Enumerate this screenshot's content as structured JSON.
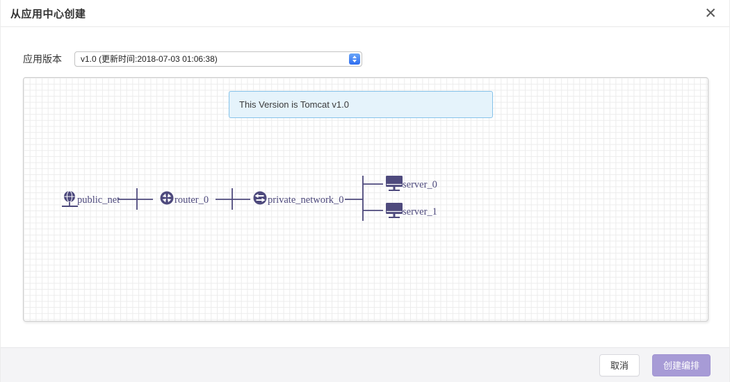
{
  "dialog": {
    "title": "从应用中心创建",
    "close_glyph": "✕"
  },
  "form": {
    "version_label": "应用版本",
    "version_value": "v1.0 (更新时间:2018-07-03 01:06:38)"
  },
  "canvas": {
    "note_text": "This Version is Tomcat v1.0"
  },
  "topology": {
    "nodes": [
      {
        "id": "public_net",
        "label": "public_net",
        "type": "external-network"
      },
      {
        "id": "router_0",
        "label": "router_0",
        "type": "router"
      },
      {
        "id": "private_network_0",
        "label": "private_network_0",
        "type": "private-network"
      },
      {
        "id": "server_0",
        "label": "server_0",
        "type": "server"
      },
      {
        "id": "server_1",
        "label": "server_1",
        "type": "server"
      }
    ],
    "edges": [
      {
        "from": "public_net",
        "to": "router_0"
      },
      {
        "from": "router_0",
        "to": "private_network_0"
      },
      {
        "from": "private_network_0",
        "to": "server_0"
      },
      {
        "from": "private_network_0",
        "to": "server_1"
      }
    ]
  },
  "footer": {
    "cancel_label": "取消",
    "create_label": "创建编排"
  },
  "colors": {
    "node_color": "#4e4a7d",
    "accent_purple": "#a79bd6",
    "note_bg": "#e5f3fb",
    "note_border": "#85c2e9",
    "spinner_blue": "#2e6df0"
  }
}
